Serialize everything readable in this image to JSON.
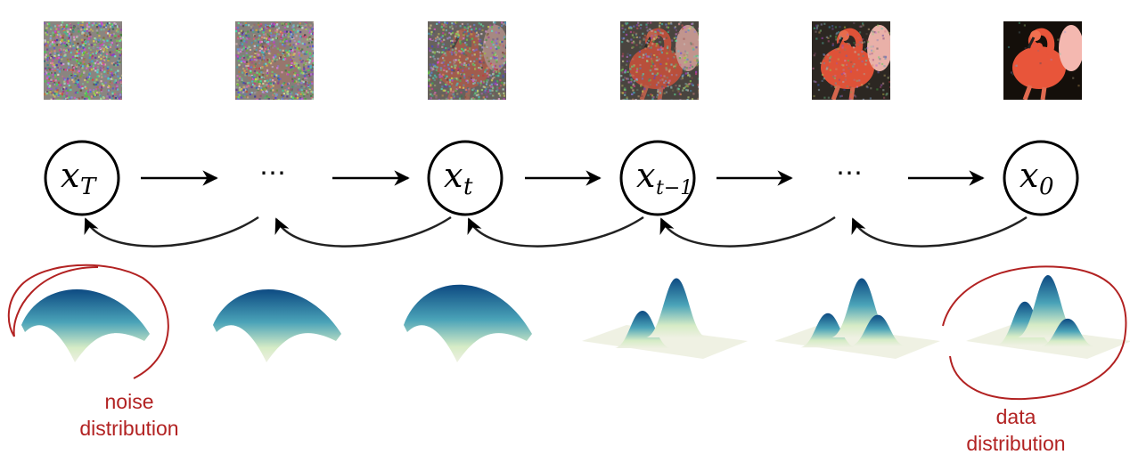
{
  "colors": {
    "annotation": "#b22222",
    "surface_top": "#0d4a82",
    "surface_mid": "#4aa3b8",
    "surface_low": "#d6ecc6",
    "surface_base": "#eef0e2",
    "noise_gray": "#8a8580",
    "flamingo": "#e8553a"
  },
  "images": [
    {
      "noise_level": 1.0
    },
    {
      "noise_level": 0.95
    },
    {
      "noise_level": 0.7
    },
    {
      "noise_level": 0.45
    },
    {
      "noise_level": 0.2
    },
    {
      "noise_level": 0.0
    }
  ],
  "nodes": [
    {
      "kind": "node",
      "label": "x",
      "sub": "T"
    },
    {
      "kind": "dots",
      "label": "⋯"
    },
    {
      "kind": "node",
      "label": "x",
      "sub": "t"
    },
    {
      "kind": "node",
      "label": "x",
      "sub": "t−1"
    },
    {
      "kind": "dots",
      "label": "⋯"
    },
    {
      "kind": "node",
      "label": "x",
      "sub": "0"
    }
  ],
  "annotations": {
    "noise": [
      "noise",
      "distribution"
    ],
    "data": [
      "data",
      "distribution"
    ]
  }
}
